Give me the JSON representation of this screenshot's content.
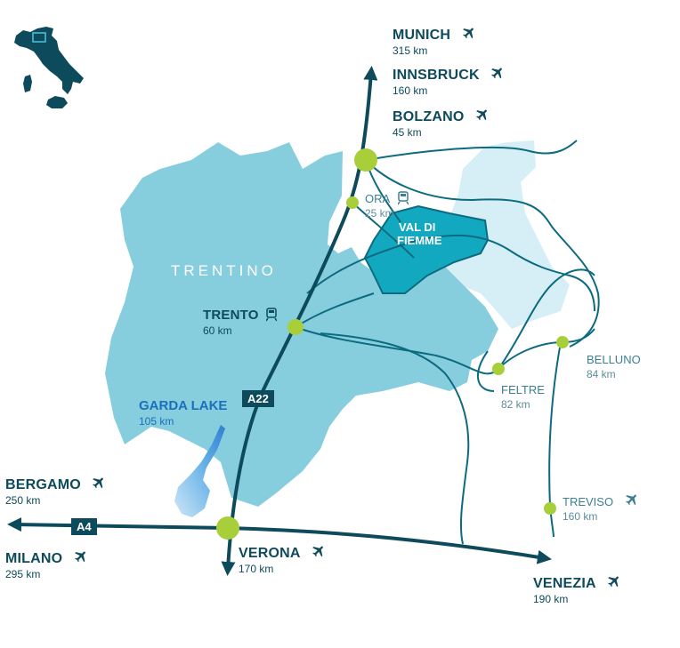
{
  "region": {
    "name": "TRENTINO"
  },
  "valley": {
    "line1": "VAL DI",
    "line2": "FIEMME"
  },
  "lake": {
    "name": "GARDA LAKE",
    "distance": "105 km"
  },
  "roads": {
    "a22": "A22",
    "a4": "A4"
  },
  "cities": {
    "munich": {
      "name": "MUNICH",
      "distance": "315 km",
      "icon": "plane-icon"
    },
    "innsbruck": {
      "name": "INNSBRUCK",
      "distance": "160 km",
      "icon": "plane-icon"
    },
    "bolzano": {
      "name": "BOLZANO",
      "distance": "45 km",
      "icon": "plane-icon"
    },
    "ora": {
      "name": "ORA",
      "distance": "25 km",
      "icon": "train-icon"
    },
    "trento": {
      "name": "TRENTO",
      "distance": "60 km",
      "icon": "train-icon"
    },
    "belluno": {
      "name": "BELLUNO",
      "distance": "84 km"
    },
    "feltre": {
      "name": "FELTRE",
      "distance": "82 km"
    },
    "treviso": {
      "name": "TREVISO",
      "distance": "160 km",
      "icon": "plane-icon"
    },
    "bergamo": {
      "name": "BERGAMO",
      "distance": "250 km",
      "icon": "plane-icon"
    },
    "milano": {
      "name": "MILANO",
      "distance": "295 km",
      "icon": "plane-icon"
    },
    "verona": {
      "name": "VERONA",
      "distance": "170 km",
      "icon": "plane-icon"
    },
    "venezia": {
      "name": "VENEZIA",
      "distance": "190 km",
      "icon": "plane-icon"
    }
  },
  "colors": {
    "dark": "#0d4a5c",
    "trentino": "#86cedd",
    "light_region": "#d6eef6",
    "valley": "#12a9c0",
    "node": "#a8cf3a",
    "lake": "#3a8fd6"
  }
}
